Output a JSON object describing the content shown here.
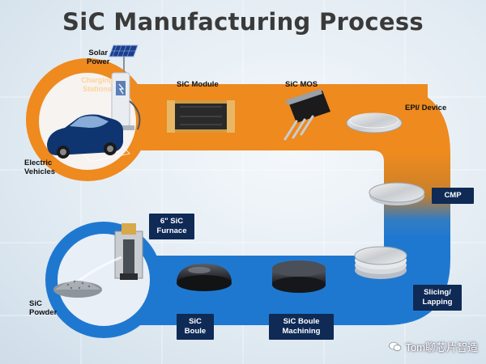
{
  "title": "SiC Manufacturing Process",
  "labels": {
    "solar_power": [
      "Solar",
      "Power"
    ],
    "charging_stations": [
      "Charging",
      "Stations"
    ],
    "electric_vehicles": [
      "Electric",
      "Vehicles"
    ],
    "sic_module": "SiC Module",
    "sic_mos": "SiC MOS",
    "epi_device": "EPI/ Device",
    "cmp": "CMP",
    "slicing_lapping": [
      "Slicing/",
      "Lapping"
    ],
    "sic_boule_machining": [
      "SiC Boule",
      "Machining"
    ],
    "sic_boule": [
      "SiC",
      "Boule"
    ],
    "sic_furnace": [
      "6\" SiC",
      "Furnace"
    ],
    "sic_powder": [
      "SiC",
      "Powder"
    ]
  },
  "watermark": "Tom聊芯片智造",
  "colors": {
    "orange": "#ee8a1e",
    "blue": "#1f78d0",
    "navy_label": "#0f2a55",
    "title": "#3a3a3a"
  },
  "icons": [
    "solar-panel-icon",
    "charging-station-icon",
    "electric-car-icon",
    "sic-module-icon",
    "sic-mos-icon",
    "wafer-icon",
    "furnace-icon",
    "powder-icon",
    "boule-icon",
    "wechat-icon"
  ]
}
